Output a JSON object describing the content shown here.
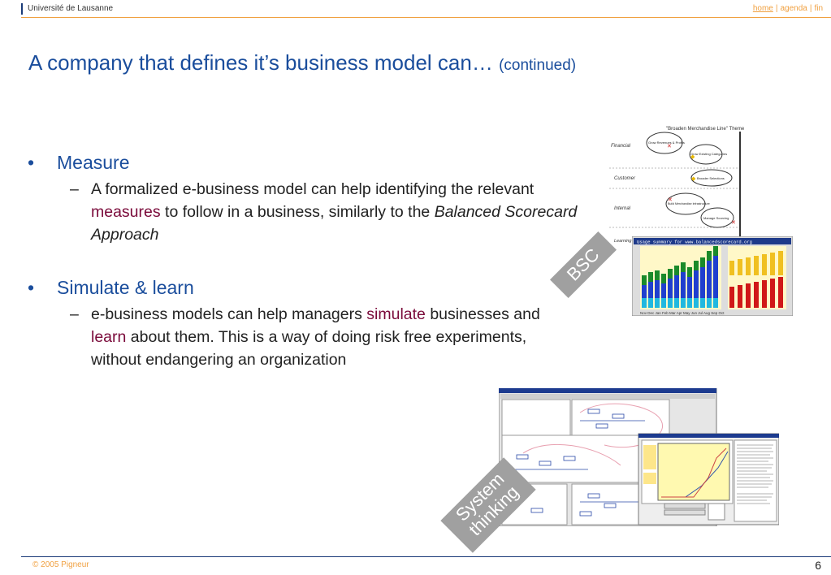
{
  "header": {
    "institution": "Université de Lausanne",
    "nav_home": "home",
    "nav_sep1": "|",
    "nav_agenda": "agenda",
    "nav_sep2": "|",
    "nav_fin": "fin"
  },
  "title": {
    "main": "A company that defines it’s business model can… ",
    "suffix": "(continued)"
  },
  "bullets": [
    {
      "marker": "•",
      "label": "Measure",
      "sub": {
        "marker": "–",
        "t1": "A formalized e-business model can help identifying the relevant ",
        "hl1": "measures",
        "t2": " to follow in a business, similarly to the ",
        "it": "Balanced Scorecard Approach"
      }
    },
    {
      "marker": "•",
      "label": "Simulate & learn",
      "sub": {
        "marker": "–",
        "t1": "e-business models can help managers ",
        "hl1": "simulate",
        "t2": " businesses and ",
        "hl2": "learn",
        "t3": " about them. This is a way of doing risk free experiments, without endangering an organization"
      }
    }
  ],
  "bsc_image": {
    "theme_title": "\"Broaden Merchandise Line\" Theme",
    "rows": [
      "Financial",
      "Customer",
      "Internal",
      "Learning Growth"
    ],
    "nodes": [
      "Grow Revenues & Profits",
      "Grow Existing Categories",
      "Broader Selections",
      "Build Merchandise Infrastructure",
      "Manage Sourcing"
    ],
    "chart_header": "Usage summary for www.balancedscorecard.org",
    "months": "Nov Dec Jan Feb Mar Apr May Jun Jul Aug Sep Oct",
    "stamp": "BSC"
  },
  "system_image": {
    "stamp_line1": "System",
    "stamp_line2": "thinking"
  },
  "footer": {
    "copyright": "© 2005  Pigneur",
    "page": "6"
  }
}
